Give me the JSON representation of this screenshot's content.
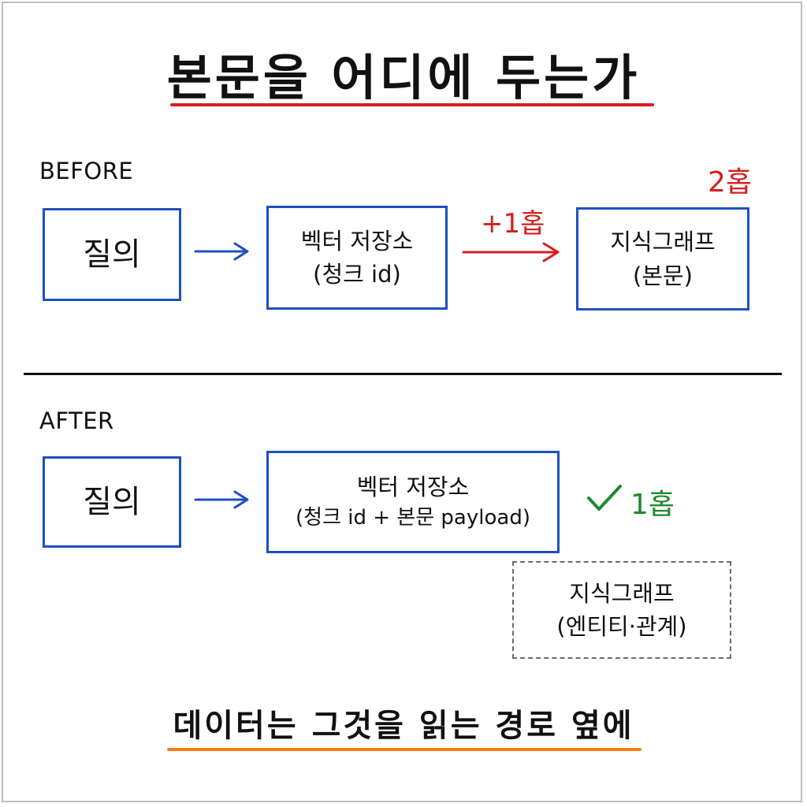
{
  "title": "본문을 어디에 두는가",
  "colors": {
    "box_border": "#1f4fbf",
    "blue_arrow": "#1f4fbf",
    "red": "#d41f1f",
    "green": "#1e8a2e",
    "dashed_border": "#6b6b6b",
    "title_underline": "#d41f1f",
    "footer_underline": "#f07d1a"
  },
  "before": {
    "label": "BEFORE",
    "query": "질의",
    "vector_store": {
      "line1": "벡터 저장소",
      "line2": "(청크 id)"
    },
    "extra_hop": "+1홉",
    "knowledge_graph": {
      "line1": "지식그래프",
      "line2": "(본문)"
    },
    "total_hops": "2홉"
  },
  "after": {
    "label": "AFTER",
    "query": "질의",
    "vector_store": {
      "line1": "벡터 저장소",
      "line2": "(청크 id + 본문 payload)"
    },
    "check_icon": "check-icon",
    "total_hops": "1홉",
    "knowledge_graph": {
      "line1": "지식그래프",
      "line2": "(엔티티·관계)"
    }
  },
  "footer": "데이터는 그것을 읽는 경로 옆에"
}
